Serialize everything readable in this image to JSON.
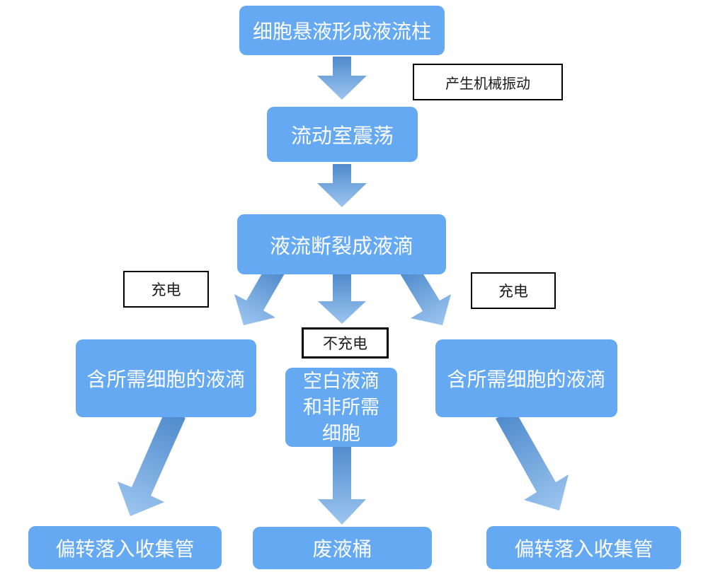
{
  "diagram": {
    "type": "flowchart",
    "language": "zh-CN",
    "colors": {
      "node_fill": "#64a9f1",
      "node_text": "#ffffff",
      "arrow_tail": "#4f8bcd",
      "arrow_tip": "#9cc5ef",
      "tag_fill": "#ffffff",
      "tag_border": "#000000",
      "tag_text": "#1a1a1a",
      "background": "#ffffff"
    },
    "nodes": {
      "top": "细胞悬液形成液流柱",
      "flow_chamber": "流动室震荡",
      "break_droplets": "液流断裂成液滴",
      "left_droplet": "含所需细胞的液滴",
      "mid_droplet_lines": [
        "空白液滴",
        "和非所需",
        "细胞"
      ],
      "right_droplet": "含所需细胞的液滴",
      "bottom_left": "偏转落入收集管",
      "bottom_mid": "废液桶",
      "bottom_right": "偏转落入收集管"
    },
    "labels": {
      "vibration": "产生机械振动",
      "charge_left": "充电",
      "charge_right": "充电",
      "no_charge": "不充电"
    }
  }
}
